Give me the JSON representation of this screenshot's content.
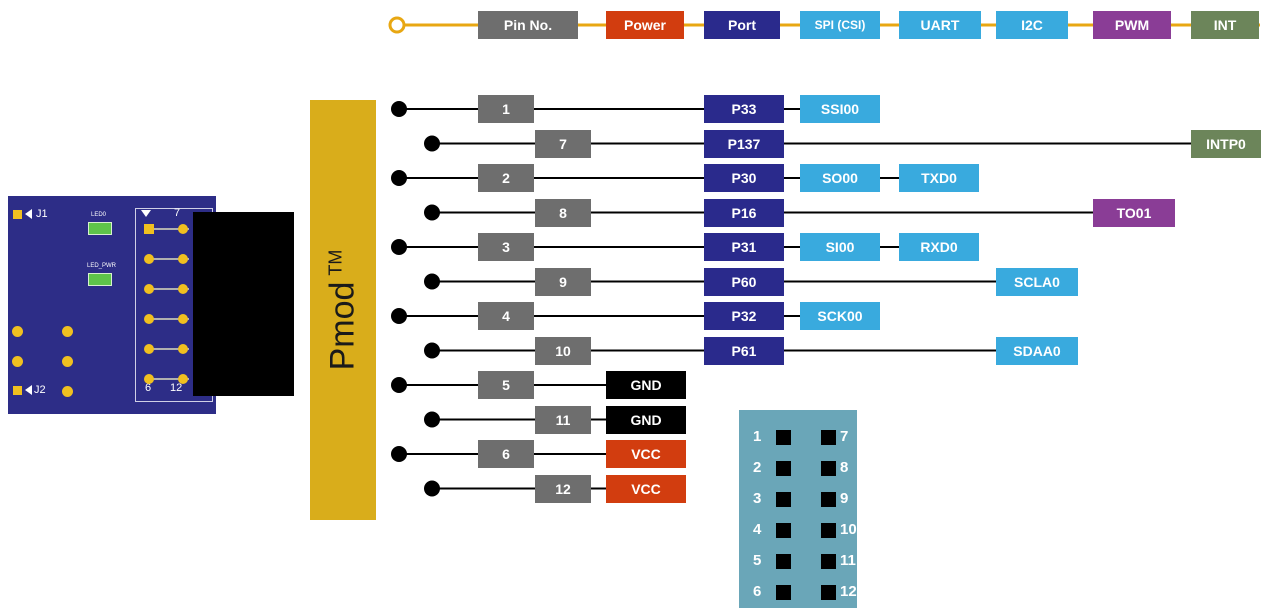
{
  "legend": {
    "items": [
      {
        "label": "Pin No.",
        "color": "#6e6e6e"
      },
      {
        "label": "Power",
        "color": "#d23d0f"
      },
      {
        "label": "Port",
        "color": "#2a2a8c"
      },
      {
        "label": "SPI (CSI)",
        "color": "#39aade"
      },
      {
        "label": "UART",
        "color": "#39aade"
      },
      {
        "label": "I2C",
        "color": "#39aade"
      },
      {
        "label": "PWM",
        "color": "#8a3d96"
      },
      {
        "label": "INT",
        "color": "#6c855a"
      }
    ],
    "line_color": "#e8a712"
  },
  "colors": {
    "pin": "#6e6e6e",
    "port": "#2a2a8c",
    "func": "#39aade",
    "pwm": "#8a3d96",
    "int": "#6c855a",
    "power": "#d23d0f",
    "gnd": "#000000",
    "pmod": "#d9ad1b",
    "board": "#2d2d87",
    "pinmap": "#6aa6b8"
  },
  "pmod": {
    "label": "Pmod",
    "tm": "TM"
  },
  "board": {
    "j1": "J1",
    "j2": "J2",
    "led0": "LED0",
    "led_pwr": "LED_PWR",
    "hdr_top": "7",
    "hdr_bottom_left": "6",
    "hdr_bottom_right": "12"
  },
  "rows": [
    {
      "pin": "1",
      "port": "P33",
      "funcs": [
        {
          "label": "SSI00",
          "kind": "func"
        }
      ]
    },
    {
      "pin": "7",
      "port": "P137",
      "funcs": [
        {
          "label": "INTP0",
          "kind": "int"
        }
      ]
    },
    {
      "pin": "2",
      "port": "P30",
      "funcs": [
        {
          "label": "SO00",
          "kind": "func"
        },
        {
          "label": "TXD0",
          "kind": "func"
        }
      ]
    },
    {
      "pin": "8",
      "port": "P16",
      "funcs": [
        {
          "label": "TO01",
          "kind": "pwm"
        }
      ]
    },
    {
      "pin": "3",
      "port": "P31",
      "funcs": [
        {
          "label": "SI00",
          "kind": "func"
        },
        {
          "label": "RXD0",
          "kind": "func"
        }
      ]
    },
    {
      "pin": "9",
      "port": "P60",
      "funcs": [
        {
          "label": "SCLA0",
          "kind": "func"
        }
      ]
    },
    {
      "pin": "4",
      "port": "P32",
      "funcs": [
        {
          "label": "SCK00",
          "kind": "func"
        }
      ]
    },
    {
      "pin": "10",
      "port": "P61",
      "funcs": [
        {
          "label": "SDAA0",
          "kind": "func"
        }
      ]
    },
    {
      "pin": "5",
      "power": "GND",
      "power_kind": "gnd"
    },
    {
      "pin": "11",
      "power": "GND",
      "power_kind": "gnd"
    },
    {
      "pin": "6",
      "power": "VCC",
      "power_kind": "power"
    },
    {
      "pin": "12",
      "power": "VCC",
      "power_kind": "power"
    }
  ],
  "pinmap": [
    {
      "left": "1",
      "right": "7"
    },
    {
      "left": "2",
      "right": "8"
    },
    {
      "left": "3",
      "right": "9"
    },
    {
      "left": "4",
      "right": "10"
    },
    {
      "left": "5",
      "right": "11"
    },
    {
      "left": "6",
      "right": "12"
    }
  ]
}
